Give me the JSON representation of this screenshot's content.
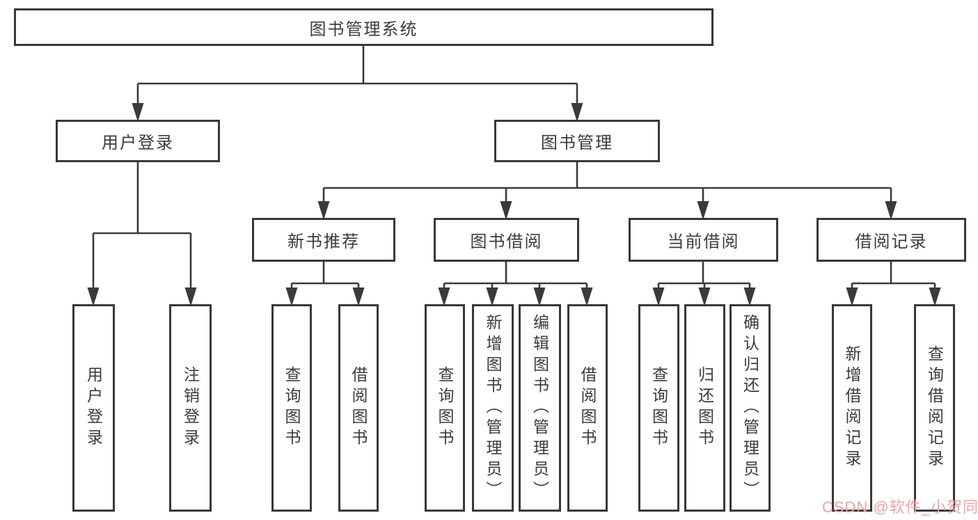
{
  "diagram": {
    "root": {
      "label": "图书管理系统"
    },
    "level2": {
      "user_login": {
        "label": "用户登录"
      },
      "book_management": {
        "label": "图书管理"
      }
    },
    "level3": {
      "new_book_recommend": {
        "label": "新书推荐"
      },
      "book_borrowing": {
        "label": "图书借阅"
      },
      "current_borrowing": {
        "label": "当前借阅"
      },
      "borrowing_records": {
        "label": "借阅记录"
      }
    },
    "leaves": {
      "user_login_leaf": {
        "label": "用户登录"
      },
      "logout": {
        "label": "注销登录"
      },
      "recommend_query_books": {
        "label": "查询图书"
      },
      "recommend_borrow_books": {
        "label": "借阅图书"
      },
      "borrowing_query_books": {
        "label": "查询图书"
      },
      "borrowing_add_books": {
        "label": "新增图书（管理员）"
      },
      "borrowing_edit_books": {
        "label": "编辑图书（管理员）"
      },
      "borrowing_borrow_books": {
        "label": "借阅图书"
      },
      "current_query_books": {
        "label": "查询图书"
      },
      "current_return_books": {
        "label": "归还图书"
      },
      "current_confirm_return": {
        "label": "确认归还（管理员）"
      },
      "records_add_record": {
        "label": "新增借阅记录"
      },
      "records_query_record": {
        "label": "查询借阅记录"
      }
    },
    "hierarchy": {
      "图书管理系统": {
        "用户登录": [
          "用户登录",
          "注销登录"
        ],
        "图书管理": {
          "新书推荐": [
            "查询图书",
            "借阅图书"
          ],
          "图书借阅": [
            "查询图书",
            "新增图书（管理员）",
            "编辑图书（管理员）",
            "借阅图书"
          ],
          "当前借阅": [
            "查询图书",
            "归还图书",
            "确认归还（管理员）"
          ],
          "借阅记录": [
            "新增借阅记录",
            "查询借阅记录"
          ]
        }
      }
    }
  },
  "watermark": {
    "text": "CSDN @软件_小贺同学",
    "color": "#f0a3a3"
  },
  "colors": {
    "line": "#3a3a3a",
    "box_border": "#383838",
    "text": "#3b3b3b",
    "background": "#ffffff"
  }
}
